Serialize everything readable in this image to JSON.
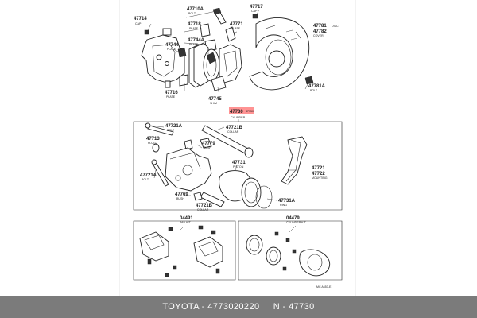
{
  "labels": {
    "p47714": "47714",
    "p47714_sub": "CAP",
    "p47710A": "47710A",
    "p47710A_sub": "BOLT",
    "p47717": "47717",
    "p47717_sub": "CAP",
    "p47718": "47718",
    "p47718_sub": "PLATE",
    "p47771": "47771",
    "p47771_sub": "PLATE",
    "p47781": "47781",
    "p47781_sub": "DISC",
    "p47782": "47782",
    "p47782_sub": "COVER",
    "p47744": "47744",
    "p47744_sub": "PLATE",
    "p47744A": "47744A",
    "p47744A_sub": "PLATE",
    "p47781A": "47781A",
    "p47781A_sub": "BOLT",
    "p47716": "47716",
    "p47716_sub": "PLATE",
    "p47745": "47745",
    "p47745_sub": "SHIM",
    "p47730": "47730",
    "p47730_sub": "47750",
    "p47730_cyl": "CYLINDER",
    "p47721A_top": "47721A",
    "p47721A_top_sub": "BOLT",
    "p47721B_top": "47721B",
    "p47721B_top_sub": "COLLAR",
    "p47713": "47713",
    "p47713_sub": "PLUG",
    "p47779": "47779",
    "p47779_sub": "BUSH",
    "p47721A_bot": "47721A",
    "p47721A_bot_sub": "BOLT",
    "p47731": "47731",
    "p47731_sub": "PISTON",
    "p47721": "47721",
    "p47722": "47722",
    "p47722_sub": "MOUNTING",
    "p47769": "47769",
    "p47769_sub": "BUSH",
    "p47731A": "47731A",
    "p47731A_sub": "RING",
    "p47721B_bot": "47721B",
    "p47721B_bot_sub": "COLLAR",
    "p04491": "04491",
    "p04491_sub": "PAD KIT",
    "p04479": "04479",
    "p04479_sub": "CYLINDER KIT",
    "ref_code": "MC A653-E"
  },
  "caption": {
    "text": "TOYOTA - 4773020220     N - 47730"
  },
  "colors": {
    "caption_bg": "#7b7b7b",
    "caption_text": "#ffffff",
    "highlight": "#ff3b3b"
  }
}
